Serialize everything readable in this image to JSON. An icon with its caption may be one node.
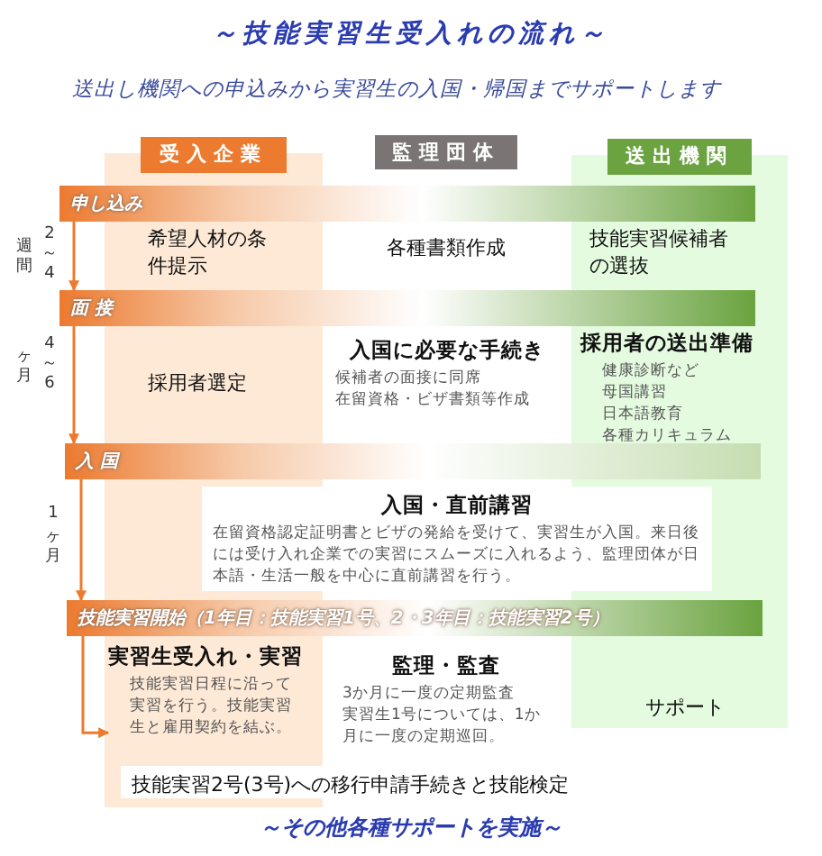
{
  "diagram": {
    "title": "～技能実習生受入れの流れ～",
    "caption": "～その他各種サポートを実施～",
    "nodes": [
      {
        "text": [
          "受入企業"
        ]
      },
      {
        "text": [
          "監理団体"
        ]
      },
      {
        "text": [
          "送出機関"
        ]
      },
      {
        "text": [
          "申し込み"
        ]
      },
      {
        "text": [
          "希望人材の条件提示"
        ],
        "in": 0
      },
      {
        "text": [
          "各種書類作成"
        ]
      },
      {
        "text": [
          "技能実習候補者の選抜"
        ],
        "in": 2
      },
      {
        "text": [
          "面 接"
        ]
      },
      {
        "text": [
          "採用者選定"
        ],
        "in": 0
      },
      {
        "text": [
          "入国に必要な手続き",
          "候補者の面接に同席",
          "在留資格・ビザ書類等作成"
        ]
      },
      {
        "text": [
          "採用者の送出準備",
          "健康診断など",
          "母国講習",
          "日本語教育",
          "各種カリキュラム"
        ],
        "in": 2
      },
      {
        "text": [
          "入 国"
        ]
      },
      {
        "text": [
          "入国・直前講習",
          "在留資格認定証明書とビザの発給を受けて、実習生が入国。来日後には受け入れ企業での実習にスムーズに入れるよう、監理団体が日本語・生活一般を中心に直前講習を行う。"
        ]
      },
      {
        "text": [
          "技能実習開始（1年目：技能実習1号、2・3年目：技能実習2号）"
        ]
      },
      {
        "text": [
          "実習生受入れ・実習",
          "技能実習日程に沿って実習を行う。技能実習生と雇用契約を結ぶ。"
        ],
        "in": 0
      },
      {
        "text": [
          "監理・監査",
          "3か月に一度の定期監査",
          "実習生1号については、1か月に一度の定期巡回。"
        ]
      },
      {
        "text": [
          "サポート"
        ],
        "in": 2
      },
      {
        "text": [
          "技能実習2号(3号)への移行申請手続きと技能検定"
        ]
      }
    ],
    "edges": [
      {
        "from": 3,
        "to": 7,
        "arrow": "to"
      },
      {
        "from": 7,
        "to": 11,
        "arrow": "to"
      },
      {
        "from": 11,
        "to": 13,
        "arrow": "to"
      },
      {
        "from": 13,
        "to": 14,
        "arrow": "to"
      }
    ],
    "labels": [
      "送出し機関への申込みから実習生の入国・帰国までサポートします",
      "2～4",
      "週間",
      "4～6",
      "ヶ月",
      "1",
      "ヶ月"
    ]
  }
}
